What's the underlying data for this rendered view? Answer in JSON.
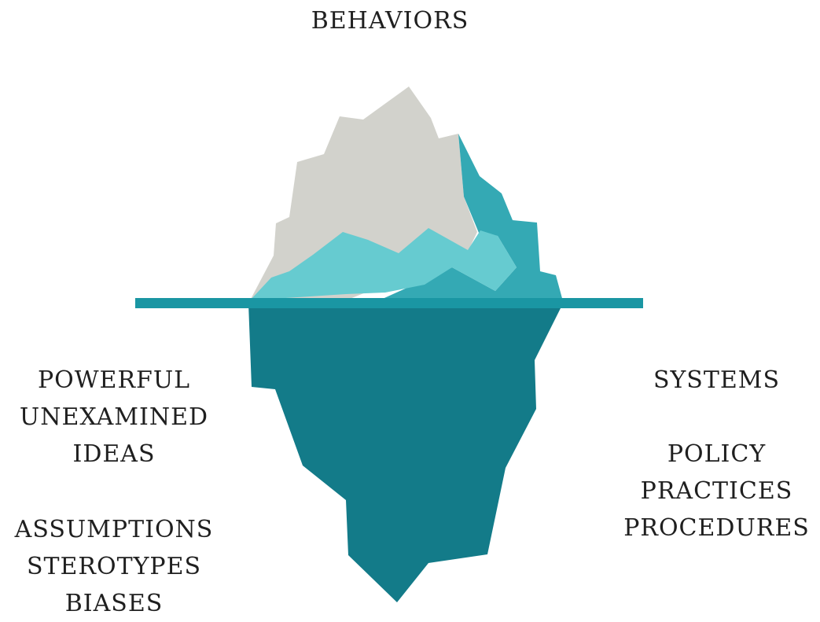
{
  "top": {
    "label": "BEHAVIORS"
  },
  "left": {
    "ideas_lines": [
      "POWERFUL",
      "UNEXAMINED",
      "IDEAS"
    ],
    "beliefs_lines": [
      "ASSUMPTIONS",
      "STEROTYPES",
      "BIASES"
    ]
  },
  "right": {
    "systems_label": "SYSTEMS",
    "policy_lines": [
      "POLICY",
      "PRACTICES",
      "PROCEDURES"
    ]
  },
  "colors": {
    "ice_gray": "#d2d2cc",
    "ice_light_teal": "#66cbd0",
    "ice_mid_teal": "#34a9b4",
    "waterline": "#1a96a3",
    "underwater": "#137b89"
  }
}
